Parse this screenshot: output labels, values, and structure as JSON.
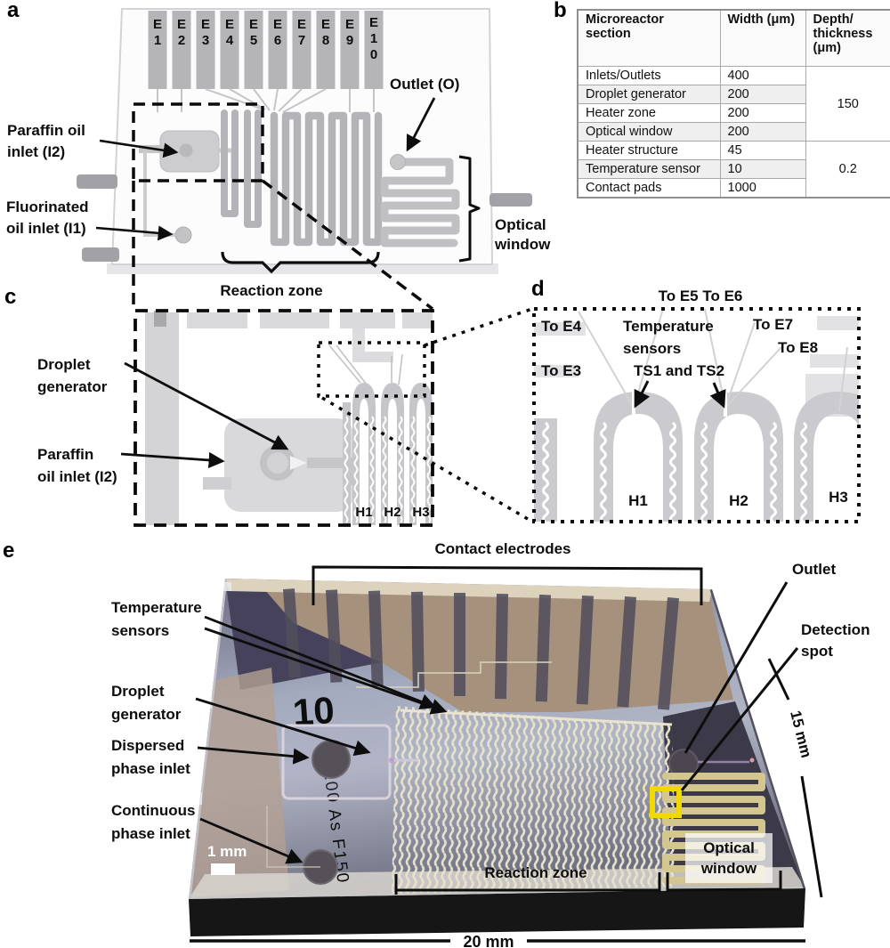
{
  "letters": {
    "a": "a",
    "b": "b",
    "c": "c",
    "d": "d",
    "e": "e"
  },
  "colors": {
    "accent_yellow": "#f0d800",
    "schematic_gray": "#b5b5b8",
    "chip_tan": "#a6917d",
    "chip_slate": "#3c3a48"
  },
  "panel_a": {
    "electrodes": [
      [
        "E",
        "1"
      ],
      [
        "E",
        "2"
      ],
      [
        "E",
        "3"
      ],
      [
        "E",
        "4"
      ],
      [
        "E",
        "5"
      ],
      [
        "E",
        "6"
      ],
      [
        "E",
        "7"
      ],
      [
        "E",
        "8"
      ],
      [
        "E",
        "9"
      ],
      [
        "E",
        "1",
        "0"
      ]
    ],
    "labels": {
      "paraffin_1": "Paraffin oil",
      "paraffin_2": "inlet (I2)",
      "fluorinated_1": "Fluorinated",
      "fluorinated_2": "oil inlet (I1)",
      "outlet": "Outlet (O)",
      "optical_1": "Optical",
      "optical_2": "window",
      "reaction_zone": "Reaction zone"
    }
  },
  "panel_b": {
    "headers": [
      "Microreactor section",
      "Width (μm)",
      "Depth/ thickness (μm)"
    ],
    "rows": [
      {
        "section": "Inlets/Outlets",
        "width": "400"
      },
      {
        "section": "Droplet generator",
        "width": "200"
      },
      {
        "section": "Heater zone",
        "width": "200"
      },
      {
        "section": "Optical window",
        "width": "200"
      },
      {
        "section": "Heater structure",
        "width": "45"
      },
      {
        "section": "Temperature sensor",
        "width": "10"
      },
      {
        "section": "Contact pads",
        "width": "1000"
      }
    ],
    "depth_groups": [
      {
        "value": "150",
        "span": 4
      },
      {
        "value": "0.2",
        "span": 3
      }
    ]
  },
  "panel_c": {
    "labels": {
      "droplet_1": "Droplet",
      "droplet_2": "generator",
      "paraffin_1": "Paraffin",
      "paraffin_2": "oil inlet (I2)",
      "h1": "H1",
      "h2": "H2",
      "h3": "H3"
    }
  },
  "panel_d": {
    "labels": {
      "to_e5e6": "To E5 To E6",
      "to_e4": "To E4",
      "to_e3": "To E3",
      "temp_1": "Temperature",
      "temp_2": "sensors",
      "temp_3": "TS1 and TS2",
      "to_e7": "To E7",
      "to_e8": "To E8",
      "h1": "H1",
      "h2": "H2",
      "h3": "H3"
    }
  },
  "panel_e": {
    "labels": {
      "contact_electrodes": "Contact electrodes",
      "temperature_1": "Temperature",
      "temperature_2": "sensors",
      "droplet_1": "Droplet",
      "droplet_2": "generator",
      "dispersed_1": "Dispersed",
      "dispersed_2": "phase inlet",
      "continuous_1": "Continuous",
      "continuous_2": "phase inlet",
      "outlet": "Outlet",
      "detection_1": "Detection",
      "detection_2": "spot",
      "optical_1": "Optical",
      "optical_2": "window",
      "reaction_zone": "Reaction zone",
      "scale_bar": "1 mm",
      "dim_height": "15 mm",
      "dim_width": "20 mm",
      "etch_number": "10",
      "etch_code": "200 As F150"
    }
  }
}
